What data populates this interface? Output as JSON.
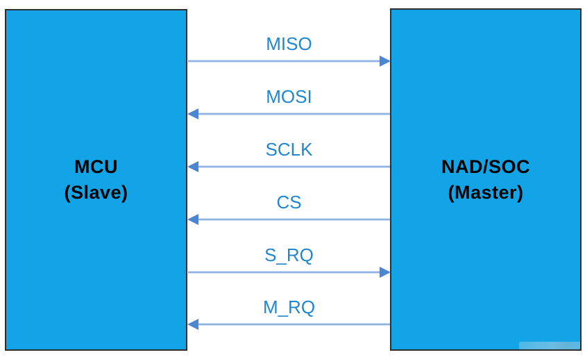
{
  "left_box": {
    "title": "MCU",
    "subtitle": "(Slave)"
  },
  "right_box": {
    "title": "NAD/SOC",
    "subtitle": "(Master)"
  },
  "signals": [
    {
      "label": "MISO",
      "direction": "right"
    },
    {
      "label": "MOSI",
      "direction": "left"
    },
    {
      "label": "SCLK",
      "direction": "left"
    },
    {
      "label": "CS",
      "direction": "left"
    },
    {
      "label": "S_RQ",
      "direction": "right"
    },
    {
      "label": "M_RQ",
      "direction": "left"
    }
  ],
  "colors": {
    "box_fill": "#12a4e6",
    "box_border": "#2e2e2e",
    "box_text": "#000000",
    "arrow_line": "#8fb3e2",
    "arrow_head": "#4d86d0",
    "signal_label_text": "#1f86d0"
  }
}
